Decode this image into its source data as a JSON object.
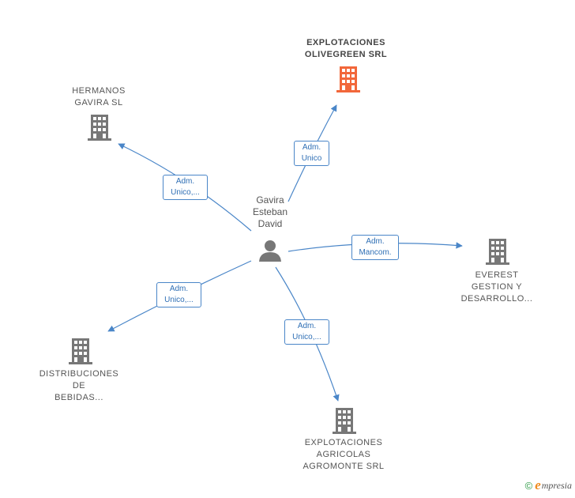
{
  "center": {
    "name_lines": [
      "Gavira",
      "Esteban",
      "David"
    ],
    "icon": "person-icon"
  },
  "companies": [
    {
      "id": "olivegreen",
      "lines": [
        "EXPLOTACIONES",
        "OLIVEGREEN SRL"
      ],
      "icon": "building-icon",
      "highlight": true,
      "color": "#f2673a"
    },
    {
      "id": "hermanos",
      "lines": [
        "HERMANOS",
        "GAVIRA SL"
      ],
      "icon": "building-icon",
      "highlight": false,
      "color": "#777777"
    },
    {
      "id": "everest",
      "lines": [
        "EVEREST",
        "GESTION Y",
        "DESARROLLO..."
      ],
      "icon": "building-icon",
      "highlight": false,
      "color": "#777777"
    },
    {
      "id": "distribuciones",
      "lines": [
        "DISTRIBUCIONES",
        "DE",
        "BEBIDAS..."
      ],
      "icon": "building-icon",
      "highlight": false,
      "color": "#777777"
    },
    {
      "id": "agromonte",
      "lines": [
        "EXPLOTACIONES",
        "AGRICOLAS",
        "AGROMONTE SRL"
      ],
      "icon": "building-icon",
      "highlight": false,
      "color": "#777777"
    }
  ],
  "edges": [
    {
      "target": "olivegreen",
      "label_lines": [
        "Adm.",
        "Unico"
      ]
    },
    {
      "target": "hermanos",
      "label_lines": [
        "Adm.",
        "Unico,..."
      ]
    },
    {
      "target": "everest",
      "label_lines": [
        "Adm.",
        "Mancom."
      ]
    },
    {
      "target": "distribuciones",
      "label_lines": [
        "Adm.",
        "Unico,..."
      ]
    },
    {
      "target": "agromonte",
      "label_lines": [
        "Adm.",
        "Unico,..."
      ]
    }
  ],
  "colors": {
    "edge": "#4a86c8",
    "building_default": "#777777",
    "building_highlight": "#f2673a",
    "person": "#777777"
  },
  "brand": {
    "copyright": "©",
    "e_letter": "e",
    "name": "mpresia"
  }
}
